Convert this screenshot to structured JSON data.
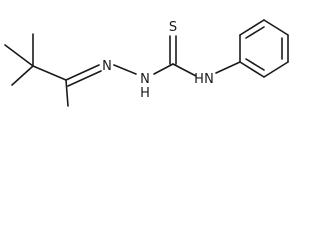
{
  "molecule": {
    "atoms": {
      "sulfur": "S",
      "hydrazone_n": "N",
      "hydrazone_nh_n": "N",
      "hydrazone_nh_h": "H",
      "anilino_n": "N",
      "anilino_h": "H"
    }
  }
}
